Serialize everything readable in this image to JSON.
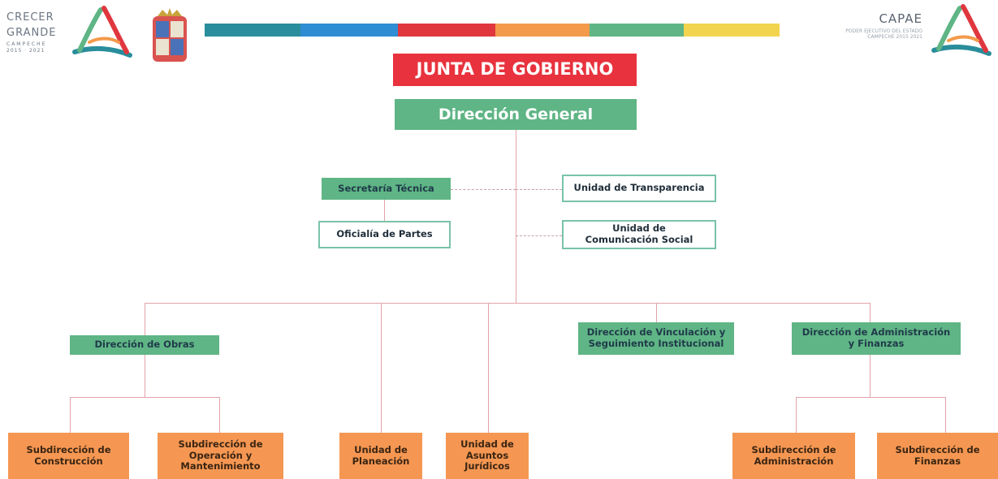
{
  "header": {
    "left_logo": {
      "line1": "CRECER",
      "line2": "GRANDE",
      "line3": "CAMPECHE",
      "line4": "2015 · 2021"
    },
    "right_logo": {
      "title": "CAPAE",
      "line1": "PODER EJECUTIVO DEL ESTADO",
      "line2": "CAMPECHE 2015 2021"
    },
    "stripe_colors": [
      "#2a8d9b",
      "#2f8dd4",
      "#e0373e",
      "#f39a4b",
      "#5fb585",
      "#f2d44e"
    ],
    "icon_names": [
      "crecer-grande-logo-icon",
      "campeche-coat-of-arms-icon",
      "capae-logo-icon"
    ]
  },
  "org": {
    "junta": "JUNTA DE GOBIERNO",
    "direccion_general": "Dirección General",
    "secretaria_tecnica": "Secretaría Técnica",
    "oficialia_partes": "Oficialía de Partes",
    "unidad_transparencia": "Unidad de Transparencia",
    "unidad_comunicacion": "Unidad de Comunicación Social",
    "direccion_obras": "Dirección de Obras",
    "direccion_vinculacion": "Dirección de Vinculación y Seguimiento Institucional",
    "direccion_administracion": "Dirección de Administración y Finanzas",
    "subdireccion_construccion": "Subdirección de Construcción",
    "subdireccion_operacion": "Subdirección de Operación y Mantenimiento",
    "unidad_planeacion": "Unidad de Planeación",
    "unidad_asuntos": "Unidad de Asuntos Jurídicos",
    "subdireccion_administracion": "Subdirección de Administración",
    "subdireccion_finanzas": "Subdirección de Finanzas"
  },
  "colors": {
    "red": "#e8323d",
    "green": "#5fb585",
    "orange": "#f59752",
    "connector": "#e3a3aa"
  }
}
